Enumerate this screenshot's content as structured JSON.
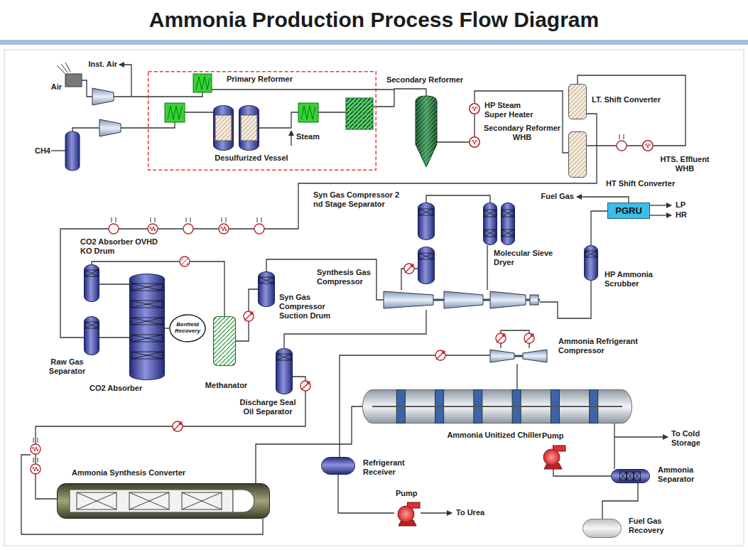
{
  "diagram": {
    "title": "Ammonia Production Process Flow Diagram",
    "nodes": [
      {
        "text": [
          "Primary Reformer"
        ]
      },
      {
        "text": [
          "Desulfurized Vessel"
        ],
        "in": 0
      },
      {
        "text": [
          "Secondary Reformer"
        ]
      },
      {
        "text": [
          "HP Steam Super Heater"
        ]
      },
      {
        "text": [
          "Secondary Reformer WHB"
        ]
      },
      {
        "text": [
          "LT. Shift Converter"
        ]
      },
      {
        "text": [
          "HTS. Effluent WHB"
        ]
      },
      {
        "text": [
          "HT Shift Converter"
        ]
      },
      {
        "text": [
          "Syn Gas Compressor 2 nd Stage Separator"
        ]
      },
      {
        "text": [
          "Molecular Sieve Dryer"
        ]
      },
      {
        "text": [
          "PGRU"
        ]
      },
      {
        "text": [
          "CO2 Absorber OVHD KO Drum"
        ]
      },
      {
        "text": [
          "Raw Gas Separator"
        ]
      },
      {
        "text": [
          "CO2 Absorber"
        ]
      },
      {
        "text": [
          "Benfield Recovery"
        ]
      },
      {
        "text": [
          "Methanator"
        ]
      },
      {
        "text": [
          "Syn Gas Compressor Suction Drum"
        ]
      },
      {
        "text": [
          "Synthesis Gas Compressor"
        ]
      },
      {
        "text": [
          "HP Ammonia Scrubber"
        ]
      },
      {
        "text": [
          "Discharge Seal Oil Separator"
        ]
      },
      {
        "text": [
          "Ammonia Refrigerant Compressor"
        ]
      },
      {
        "text": [
          "Ammonia Unitized Chiller"
        ]
      },
      {
        "text": [
          "Ammonia Synthesis Converter"
        ]
      },
      {
        "text": [
          "Refrigerant Receiver"
        ]
      },
      {
        "text": [
          "Pump"
        ]
      },
      {
        "text": [
          "Pump"
        ]
      },
      {
        "text": [
          "Ammonia Separator"
        ]
      },
      {
        "text": [
          "Fuel Gas Recovery"
        ]
      }
    ],
    "edges": [
      {
        "from": 0,
        "to": 2,
        "arrow": "none"
      },
      {
        "from": 2,
        "to": 4,
        "arrow": "none"
      },
      {
        "from": 4,
        "to": 3,
        "arrow": "none"
      },
      {
        "from": 3,
        "to": 7,
        "arrow": "none"
      },
      {
        "from": 7,
        "to": 6,
        "arrow": "none"
      },
      {
        "from": 6,
        "to": 5,
        "arrow": "none"
      },
      {
        "from": 5,
        "to": 12,
        "arrow": "none"
      },
      {
        "from": 12,
        "to": 13,
        "arrow": "none"
      },
      {
        "from": 13,
        "to": 11,
        "arrow": "none"
      },
      {
        "from": 13,
        "to": 14,
        "arrow": "none"
      },
      {
        "from": 11,
        "to": 15,
        "arrow": "none"
      },
      {
        "from": 15,
        "to": 16,
        "arrow": "none"
      },
      {
        "from": 16,
        "to": 17,
        "arrow": "none"
      },
      {
        "from": 17,
        "to": 8,
        "arrow": "none"
      },
      {
        "from": 8,
        "to": 9,
        "arrow": "none"
      },
      {
        "from": 9,
        "to": 17,
        "arrow": "none"
      },
      {
        "from": 17,
        "to": 18,
        "arrow": "none"
      },
      {
        "from": 18,
        "to": 10,
        "arrow": "none"
      },
      {
        "from": 17,
        "to": 19,
        "arrow": "none"
      },
      {
        "from": 19,
        "to": 22,
        "arrow": "none"
      },
      {
        "from": 22,
        "to": 21,
        "arrow": "none"
      },
      {
        "from": 21,
        "to": 20,
        "arrow": "none"
      },
      {
        "from": 20,
        "to": 23,
        "arrow": "none"
      },
      {
        "from": 23,
        "to": 25,
        "arrow": "none"
      },
      {
        "from": 21,
        "to": 26,
        "arrow": "none"
      },
      {
        "from": 26,
        "to": 24,
        "arrow": "none"
      },
      {
        "from": 26,
        "to": 27,
        "arrow": "none"
      }
    ],
    "labels": [
      "Air",
      "Inst. Air",
      "CH4",
      "Steam",
      "Fuel Gas",
      "LP",
      "HR",
      "To Urea",
      "To Cold Storage"
    ]
  }
}
